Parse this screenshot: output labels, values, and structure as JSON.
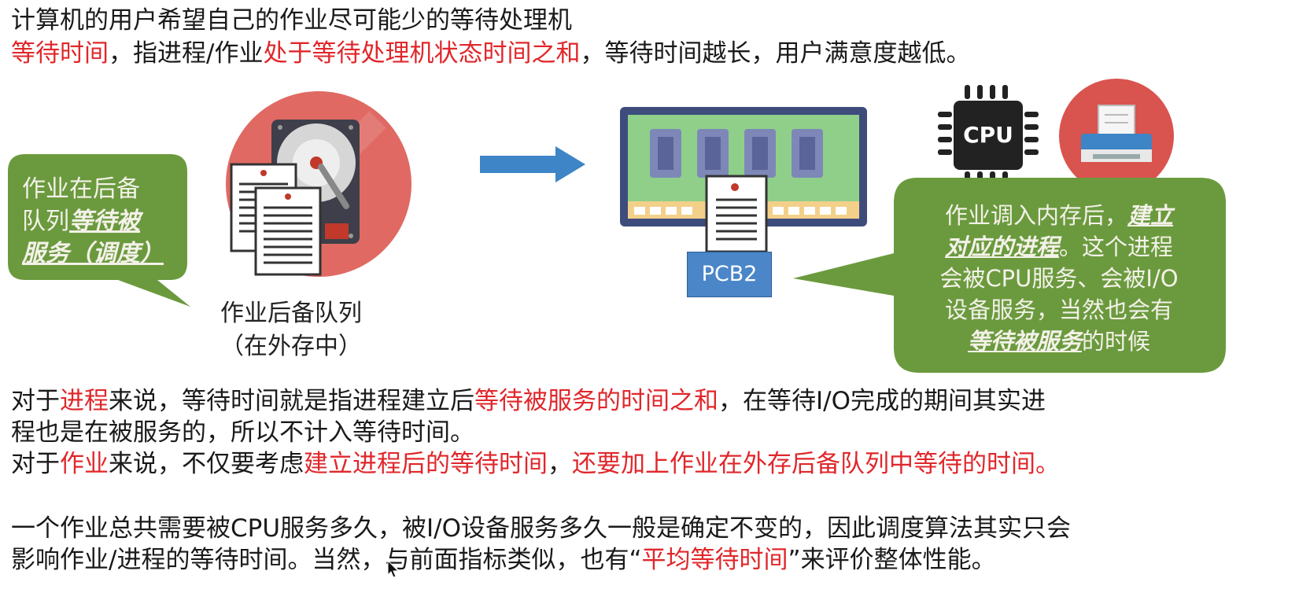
{
  "colors": {
    "highlight": "#e0272b",
    "bubble": "#6b9a3e",
    "arrow": "#3d85c6",
    "pcb_box": "#4a86c8",
    "chip": "#222222",
    "disk_bg": "#e06a63"
  },
  "intro": {
    "line1": "计算机的用户希望自己的作业尽可能少的等待处理机",
    "line2": [
      {
        "text": "等待时间",
        "red": true
      },
      {
        "text": "，指进程/作业",
        "red": false
      },
      {
        "text": "处于等待处理机状态时间之和",
        "red": true
      },
      {
        "text": "，等待时间越长，用户满意度越低。",
        "red": false
      }
    ]
  },
  "left_bubble": {
    "line1": "作业在后备",
    "line2_plain": "队列",
    "line2_em": "等待被",
    "line3_em": "服务（调度）"
  },
  "queue_caption": {
    "line1": "作业后备队列",
    "line2": "（在外存中）"
  },
  "pcb_label": "PCB2",
  "cpu_label": "CPU",
  "right_bubble": {
    "l1_plain": "作业调入内存后，",
    "l1_em": "建立",
    "l2_em": "对应的进程",
    "l2_plain": "。这个进程",
    "l3": "会被CPU服务、会被I/O",
    "l4": "设备服务，当然也会有",
    "l5_em": "等待被服务",
    "l5_plain": "的时候"
  },
  "body": {
    "p1_line1": [
      {
        "text": "对于",
        "red": false
      },
      {
        "text": "进程",
        "red": true
      },
      {
        "text": "来说，等待时间就是指进程建立后",
        "red": false
      },
      {
        "text": "等待被服务的时间之和",
        "red": true
      },
      {
        "text": "，在等待I/O完成的期间其实进",
        "red": false
      }
    ],
    "p1_line2": "程也是在被服务的，所以不计入等待时间。",
    "p2_line": [
      {
        "text": "对于",
        "red": false
      },
      {
        "text": "作业",
        "red": true
      },
      {
        "text": "来说，不仅要考虑",
        "red": false
      },
      {
        "text": "建立进程后的等待时间",
        "red": true
      },
      {
        "text": "，",
        "red": false
      },
      {
        "text": "还要加上作业在外存后备队列中等待的时间。",
        "red": true
      }
    ],
    "p3_line1": "一个作业总共需要被CPU服务多久，被I/O设备服务多久一般是确定不变的，因此调度算法其实只会",
    "p3_line2": [
      {
        "text": "影响作业/进程的等待时间。当然，与前面指标类似，也有“",
        "red": false
      },
      {
        "text": "平均等待时间",
        "red": true
      },
      {
        "text": "”来评价整体性能。",
        "red": false
      }
    ]
  }
}
